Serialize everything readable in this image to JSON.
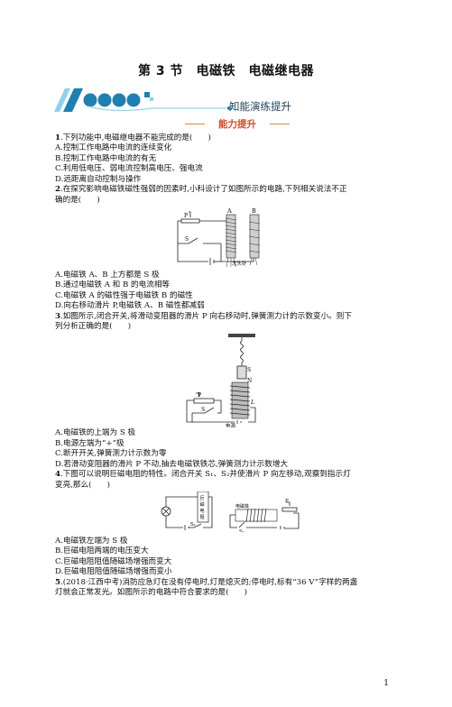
{
  "title": "第 3 节　电磁铁　电磁继电器",
  "banner_label": "知能演练提升",
  "section_label": "能力提升",
  "questions": [
    {
      "num": "1",
      "stem": ".下列功能中,电磁继电器不能完成的是(　　)",
      "options": [
        "A.控制工作电路中电流的连续变化",
        "B.控制工作电路中电流的有无",
        "C.利用低电压、弱电流控制高电压、强电流",
        "D.远距离自动控制与操作"
      ]
    },
    {
      "num": "2",
      "stem_lines": [
        ".在探究影响电磁铁磁性强弱的因素时,小科设计了如图所示的电路,下列相关说法不正",
        "确的是(　　)"
      ],
      "options": [
        "A.电磁铁 A、B 上方都是 S 极",
        "B.通过电磁铁 A 和 B 的电流相等",
        "C.电磁铁 A 的磁性强于电磁铁 B 的磁性",
        "D.向右移动滑片 P,电磁铁 A、B 磁性都减弱"
      ],
      "figure_labels": {
        "a": "A",
        "b": "B",
        "p": "P",
        "s": "S",
        "pins": "大头针"
      }
    },
    {
      "num": "3",
      "stem_lines": [
        ".如图所示,闭合开关,将滑动变阻器的滑片 P 向右移动时,弹簧测力计的示数变小。则下",
        "列分析正确的是(　　)"
      ],
      "options": [
        "A.电磁铁的上端为 S 极",
        "B.电源左端为“+”极",
        "C.断开开关,弹簧测力计示数为零",
        "D.若滑动变阻器的滑片 P 不动,抽去电磁铁铁芯,弹簧测力计示数增大"
      ],
      "figure_labels": {
        "s": "S",
        "n": "N",
        "p": "P",
        "l": "L",
        "sw": "S",
        "source": "电源"
      }
    },
    {
      "num": "4",
      "stem_lines": [
        ".下图可以说明巨磁电阻的特性。闭合开关 S₁、S₂并使滑片 P 向左移动,观察到指示灯",
        "变亮,那么(　　)"
      ],
      "options": [
        "A.电磁铁左端为 S 极",
        "B.巨磁电阻两端的电压变大",
        "C.巨磁电阻阻值随磁场增强而变大",
        "D.巨磁电阻阻值随磁场增强而变小"
      ],
      "figure_labels": {
        "gmr": "巨磁电阻",
        "s1": "S₁",
        "s2": "S₂",
        "em": "电磁铁",
        "p": "P"
      }
    },
    {
      "num": "5",
      "stem_lines": [
        ".(2018·江西中考)消防应急灯在没有停电时,灯是熄灭的;停电时,标有“36 V”字样的两盏",
        "灯就会正常发光。如图所示的电路中符合要求的是(　　)"
      ]
    }
  ],
  "page_number": "1",
  "colors": {
    "banner_blue": "#1f7fb0",
    "banner_light": "#bfe3f2",
    "accent_orange": "#d34a1f"
  }
}
